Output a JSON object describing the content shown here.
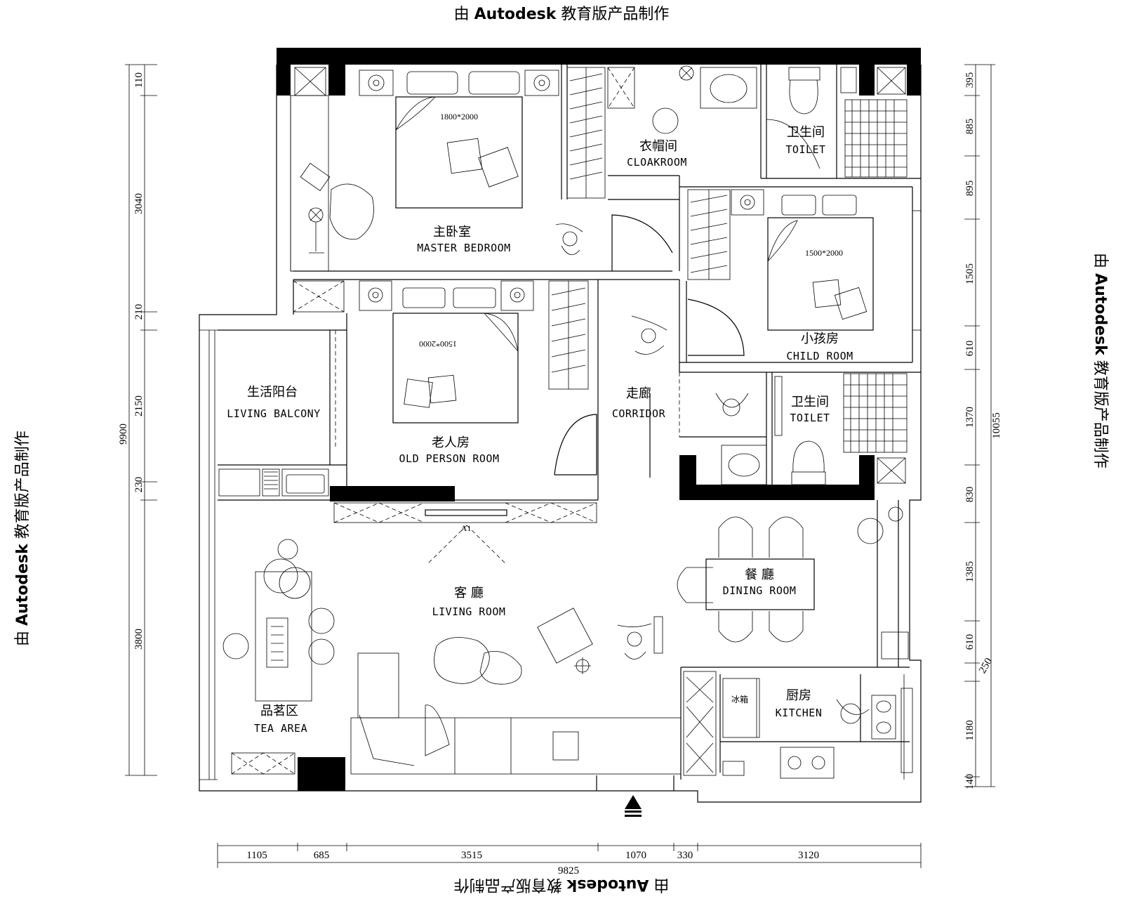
{
  "watermark": {
    "prefix": "由 ",
    "brand": "Autodesk",
    "suffix": " 教育版产品制作"
  },
  "rooms": {
    "master_bedroom": {
      "zh": "主卧室",
      "en": "MASTER BEDROOM"
    },
    "master_bed_size": "1800*2000",
    "cloakroom": {
      "zh": "衣帽间",
      "en": "CLOAKROOM"
    },
    "toilet_top": {
      "zh": "卫生间",
      "en": "TOILET"
    },
    "child_room": {
      "zh": "小孩房",
      "en": "CHILD ROOM"
    },
    "child_bed_size": "1500*2000",
    "old_person_room": {
      "zh": "老人房",
      "en": "OLD PERSON ROOM"
    },
    "old_bed_size": "1500*2000",
    "living_balcony": {
      "zh": "生活阳台",
      "en": "LIVING BALCONY"
    },
    "corridor": {
      "zh": "走廊",
      "en": "CORRIDOR"
    },
    "toilet_mid": {
      "zh": "卫生间",
      "en": "TOILET"
    },
    "living_room": {
      "zh": "客 廳",
      "en": "LIVING ROOM"
    },
    "dining_room": {
      "zh": "餐 廳",
      "en": "DINING ROOM"
    },
    "tea_area": {
      "zh": "品茗区",
      "en": "TEA AREA"
    },
    "kitchen": {
      "zh": "厨房",
      "en": "KITCHEN"
    },
    "fridge": "冰箱",
    "tv_marker": "A1"
  },
  "dimensions": {
    "left": {
      "total": "9900",
      "segments": [
        "110",
        "3040",
        "210",
        "2150",
        "230",
        "3800"
      ]
    },
    "right": {
      "total": "10055",
      "segments": [
        "395",
        "885",
        "895",
        "1505",
        "610",
        "1370",
        "830",
        "1385",
        "610",
        "250",
        "1180",
        "140"
      ]
    },
    "bottom": {
      "total": "9825",
      "segments": [
        "1105",
        "685",
        "3515",
        "1070",
        "330",
        "3120"
      ]
    }
  }
}
